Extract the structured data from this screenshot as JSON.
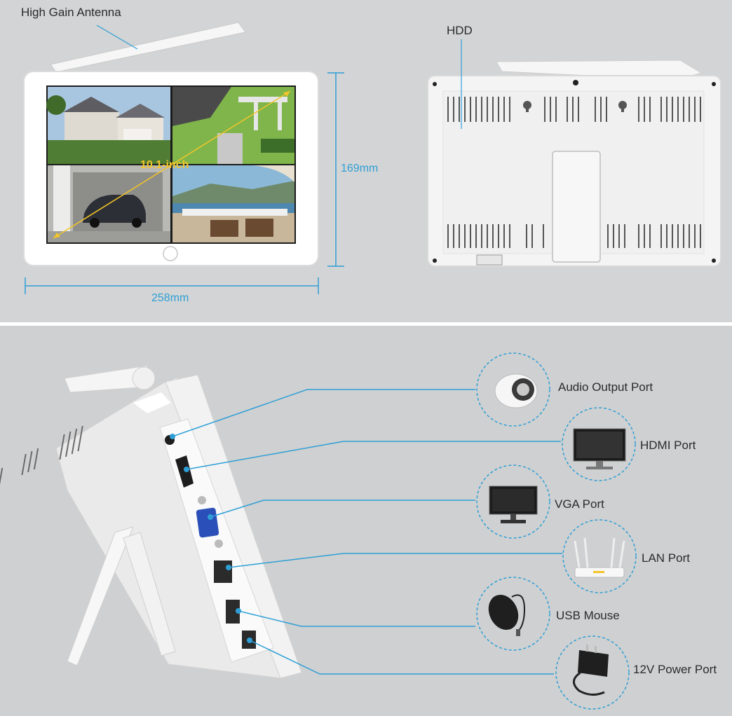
{
  "top": {
    "antenna_label": "High Gain Antenna",
    "screen_size_label": "10.1-inch",
    "height_label": "169mm",
    "width_label": "258mm",
    "hdd_label": "HDD"
  },
  "ports": [
    {
      "label": "Audio Output Port",
      "icon": "speaker-icon"
    },
    {
      "label": "HDMI Port",
      "icon": "monitor-icon"
    },
    {
      "label": "VGA Port",
      "icon": "monitor-icon"
    },
    {
      "label": "LAN Port",
      "icon": "router-icon"
    },
    {
      "label": "USB Mouse",
      "icon": "mouse-icon"
    },
    {
      "label": "12V Power Port",
      "icon": "power-adapter-icon"
    }
  ],
  "colors": {
    "accent": "#2e9fd6",
    "highlight": "#f3c52a",
    "device": "#ffffff",
    "background": "#d1d2d3"
  }
}
